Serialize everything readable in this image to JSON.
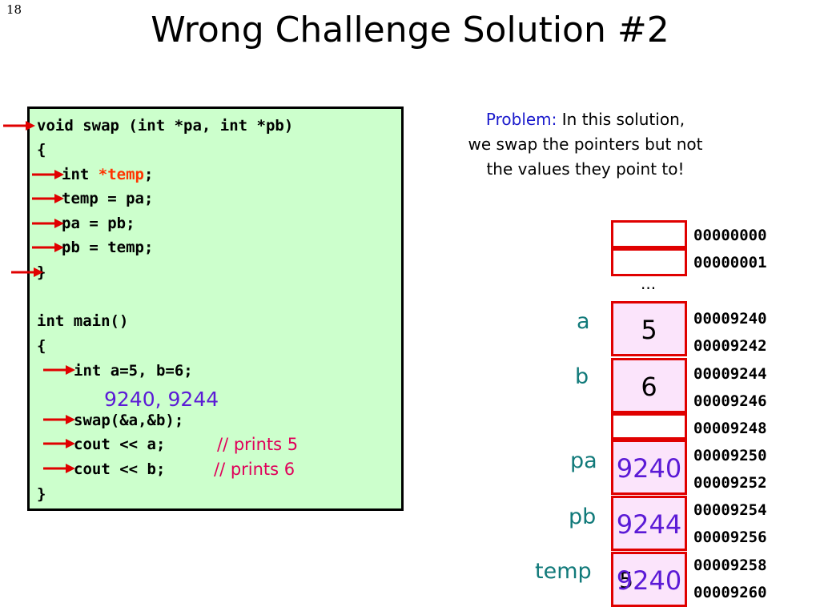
{
  "slide": {
    "number": "18",
    "title": "Wrong Challenge Solution #2"
  },
  "code": {
    "line1": "void swap (int *pa, int *pb)",
    "line2": "{",
    "line3_pre": "int ",
    "line3_hl": "*temp",
    "line3_post": ";",
    "line4": "temp = pa;",
    "line5": "pa = pb;",
    "line6": "pb = temp;",
    "line7": "}",
    "line9": "int main()",
    "line10": "{",
    "line11": "int a=5, b=6;",
    "line12": "swap(&a,&b);",
    "line13": "cout << a;",
    "line14": "cout << b;",
    "line15": "}",
    "comment_a": "// prints 5",
    "comment_b": "// prints 6",
    "address_note": "9240, 9244"
  },
  "problem": {
    "label": "Problem:",
    "text1": " In this solution,",
    "text2": "we swap the pointers but not",
    "text3": "the values they point to!"
  },
  "memory": {
    "ellipsis": "...",
    "addresses": [
      "00000000",
      "00000001",
      "00009240",
      "00009242",
      "00009244",
      "00009246",
      "00009248",
      "00009250",
      "00009252",
      "00009254",
      "00009256",
      "00009258",
      "00009260"
    ],
    "variables": {
      "a": {
        "label": "a",
        "value": "5"
      },
      "b": {
        "label": "b",
        "value": "6"
      },
      "pa": {
        "label": "pa",
        "value": "9240"
      },
      "pb": {
        "label": "pb",
        "value": "9244"
      },
      "temp": {
        "label": "temp",
        "old_value": "5",
        "value": "9240"
      }
    }
  },
  "colors": {
    "code_bg": "#ccffcc",
    "arrow": "#e00000",
    "cell_border": "#e00000",
    "cell_fill": "#fbe4fb",
    "pointer_value": "#5b1ad6",
    "variable_label": "#117a7a",
    "comment": "#e0005a",
    "problem_label": "#1a1acc"
  }
}
